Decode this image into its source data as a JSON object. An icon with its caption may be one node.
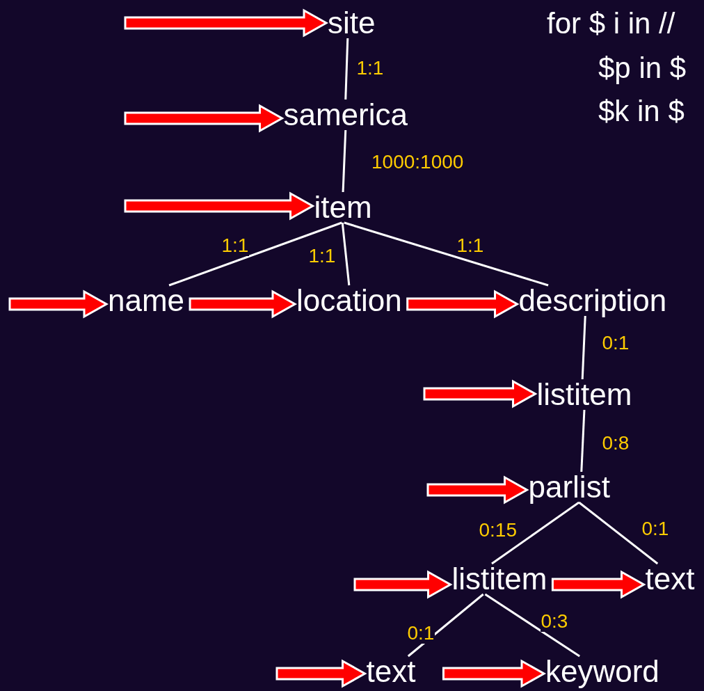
{
  "diagram": {
    "nodes": [
      {
        "text": [
          "site"
        ]
      },
      {
        "text": [
          "samerica"
        ]
      },
      {
        "text": [
          "item"
        ]
      },
      {
        "text": [
          "name"
        ]
      },
      {
        "text": [
          "location"
        ]
      },
      {
        "text": [
          "description"
        ]
      },
      {
        "text": [
          "listitem"
        ]
      },
      {
        "text": [
          "parlist"
        ]
      },
      {
        "text": [
          "listitem"
        ]
      },
      {
        "text": [
          "text"
        ]
      },
      {
        "text": [
          "text"
        ]
      },
      {
        "text": [
          "keyword"
        ]
      }
    ],
    "edges": [
      {
        "from": 0,
        "to": 1,
        "arrow": "none",
        "label": "1:1"
      },
      {
        "from": 1,
        "to": 2,
        "arrow": "none",
        "label": "1000:1000"
      },
      {
        "from": 2,
        "to": 3,
        "arrow": "none",
        "label": "1:1"
      },
      {
        "from": 2,
        "to": 4,
        "arrow": "none",
        "label": "1:1"
      },
      {
        "from": 2,
        "to": 5,
        "arrow": "none",
        "label": "1:1"
      },
      {
        "from": 5,
        "to": 6,
        "arrow": "none",
        "label": "0:1"
      },
      {
        "from": 6,
        "to": 7,
        "arrow": "none",
        "label": "0:8"
      },
      {
        "from": 7,
        "to": 8,
        "arrow": "none",
        "label": "0:15"
      },
      {
        "from": 7,
        "to": 9,
        "arrow": "none",
        "label": "0:1"
      },
      {
        "from": 8,
        "to": 10,
        "arrow": "none",
        "label": "0:1"
      },
      {
        "from": 8,
        "to": 11,
        "arrow": "none",
        "label": "0:3"
      },
      {
        "from": null,
        "to": 0,
        "arrow": "to",
        "style": "thick",
        "color": "#ff0000"
      },
      {
        "from": null,
        "to": 1,
        "arrow": "to",
        "style": "thick",
        "color": "#ff0000"
      },
      {
        "from": null,
        "to": 2,
        "arrow": "to",
        "style": "thick",
        "color": "#ff0000"
      },
      {
        "from": null,
        "to": 3,
        "arrow": "to",
        "style": "thick",
        "color": "#ff0000"
      },
      {
        "from": 3,
        "to": 4,
        "arrow": "to",
        "style": "thick",
        "color": "#ff0000"
      },
      {
        "from": 4,
        "to": 5,
        "arrow": "to",
        "style": "thick",
        "color": "#ff0000"
      },
      {
        "from": null,
        "to": 6,
        "arrow": "to",
        "style": "thick",
        "color": "#ff0000"
      },
      {
        "from": null,
        "to": 7,
        "arrow": "to",
        "style": "thick",
        "color": "#ff0000"
      },
      {
        "from": null,
        "to": 8,
        "arrow": "to",
        "style": "thick",
        "color": "#ff0000"
      },
      {
        "from": 8,
        "to": 9,
        "arrow": "to",
        "style": "thick",
        "color": "#ff0000"
      },
      {
        "from": null,
        "to": 10,
        "arrow": "to",
        "style": "thick",
        "color": "#ff0000"
      },
      {
        "from": 10,
        "to": 11,
        "arrow": "to",
        "style": "thick",
        "color": "#ff0000"
      }
    ],
    "labels": [
      "for $ i in //",
      "$p in $",
      "$k in $"
    ]
  }
}
